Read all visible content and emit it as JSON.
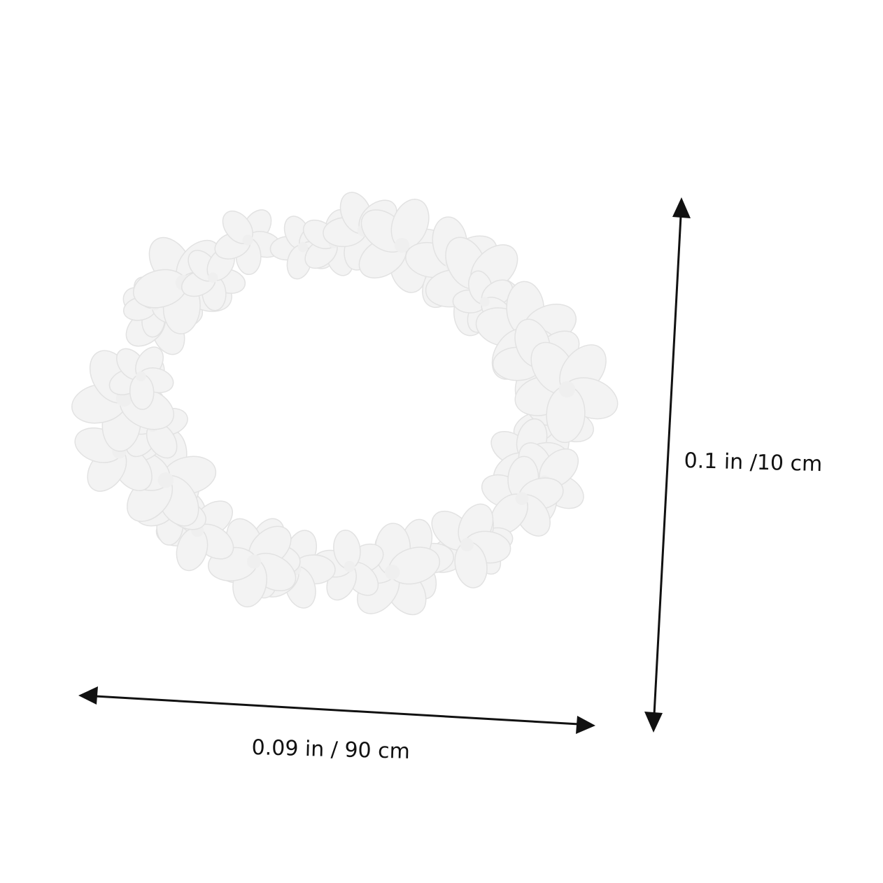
{
  "product_image": {
    "subject": "white flower lei wreath",
    "background_color": "#ffffff",
    "petal_fill": "#f3f3f3",
    "petal_stroke": "#e2e2e2",
    "arrow_color": "#111111"
  },
  "dimensions": {
    "width_label": "0.09 in / 90 cm",
    "height_label": "0.1 in /10 cm"
  }
}
